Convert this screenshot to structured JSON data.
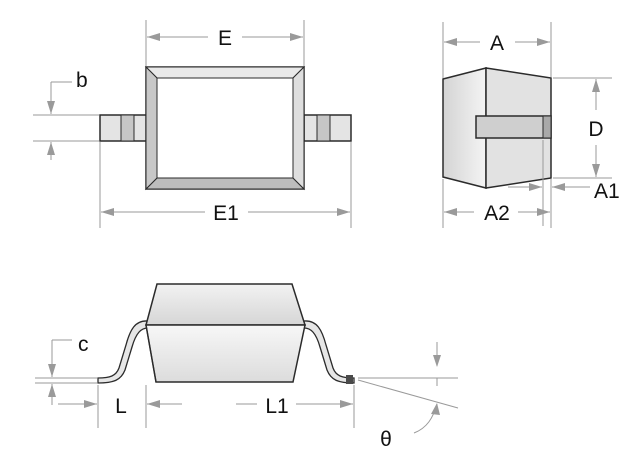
{
  "labels": {
    "E": "E",
    "E1": "E1",
    "b": "b",
    "A": "A",
    "D": "D",
    "A1": "A1",
    "A2": "A2",
    "c": "c",
    "L": "L",
    "L1": "L1",
    "theta": "θ"
  },
  "colors": {
    "outline": "#2b2b2b",
    "dimension": "#9a9a9a",
    "body_light": "#ececec",
    "body_mid": "#d8d8d8",
    "body_dark": "#bcbcbc"
  }
}
